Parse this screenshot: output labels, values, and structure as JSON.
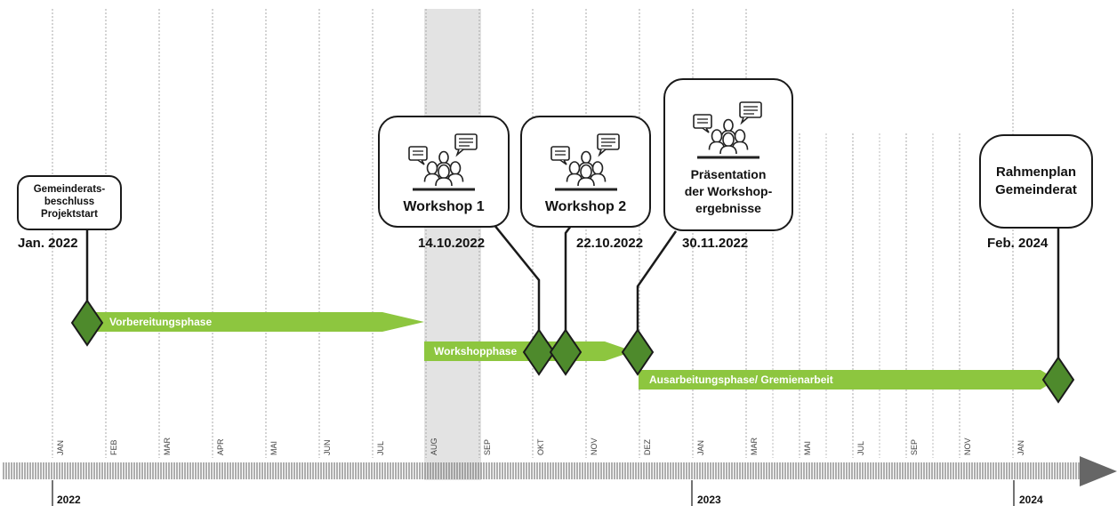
{
  "months": [
    "JAN",
    "FEB",
    "MAR",
    "APR",
    "MAI",
    "JUN",
    "JUL",
    "AUG",
    "SEP",
    "OKT",
    "NOV",
    "DEZ",
    "JAN",
    "MAR",
    "MAI",
    "JUL",
    "SEP",
    "NOV",
    "JAN"
  ],
  "years": [
    "2022",
    "2023",
    "2024"
  ],
  "milestones": [
    {
      "label": "Gemeinderats-\nbeschluss\nProjektstart",
      "date": "Jan. 2022"
    },
    {
      "label": "Workshop 1",
      "date": "14.10.2022"
    },
    {
      "label": "Workshop 2",
      "date": "22.10.2022"
    },
    {
      "label": "Präsentation\nder Workshop-\nergebnisse",
      "date": "30.11.2022"
    },
    {
      "label": "Rahmenplan\nGemeinderat",
      "date": "Feb. 2024"
    }
  ],
  "phases": [
    {
      "label": "Vorbereitungsphase"
    },
    {
      "label": "Workshopphase"
    },
    {
      "label": "Ausarbeitungsphase/ Gremienarbeit"
    }
  ],
  "colors": {
    "phase_green": "#8dc63f",
    "diamond_green": "#4e8a2c",
    "highlight": "#e3e3e3",
    "axis": "#666666"
  },
  "icons": [
    "meeting-people-icon"
  ]
}
